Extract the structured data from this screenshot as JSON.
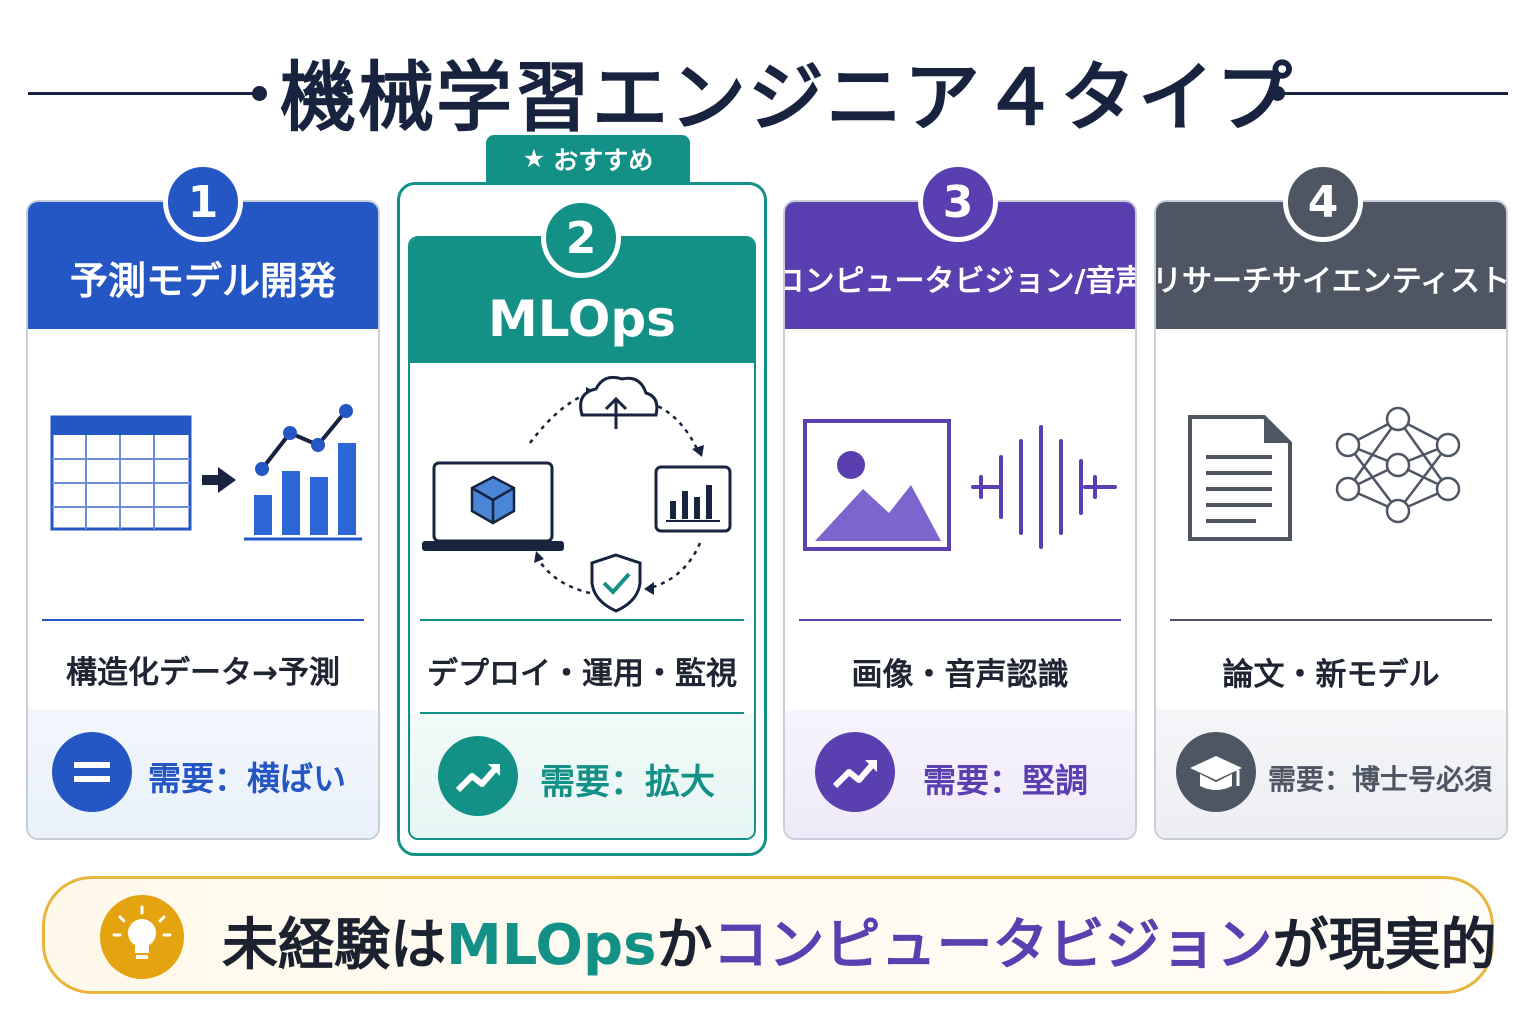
{
  "title": "機械学習エンジニア４タイプ",
  "recommend_label": "おすすめ",
  "cards": [
    {
      "number": "1",
      "title": "予測モデル開発",
      "description": "構造化データ→予測",
      "demand": "需要：横ばい",
      "color": "#2456c4",
      "demand_icon": "equals-icon"
    },
    {
      "number": "2",
      "title": "MLOps",
      "description": "デプロイ・運用・監視",
      "demand": "需要：拡大",
      "color": "#149186",
      "demand_icon": "trend-up-icon"
    },
    {
      "number": "3",
      "title": "コンピュータビジョン/音声",
      "description": "画像・音声認識",
      "demand": "需要：堅調",
      "color": "#5a3fb0",
      "demand_icon": "trend-up-icon"
    },
    {
      "number": "4",
      "title": "リサーチサイエンティスト",
      "description": "論文・新モデル",
      "demand": "需要：博士号必須",
      "color": "#4e5563",
      "demand_icon": "graduation-cap-icon"
    }
  ],
  "banner": {
    "part1": "未経験は",
    "part2": "MLOps",
    "part3": "か",
    "part4": "コンピュータビジョン",
    "part5": "が現実的"
  }
}
